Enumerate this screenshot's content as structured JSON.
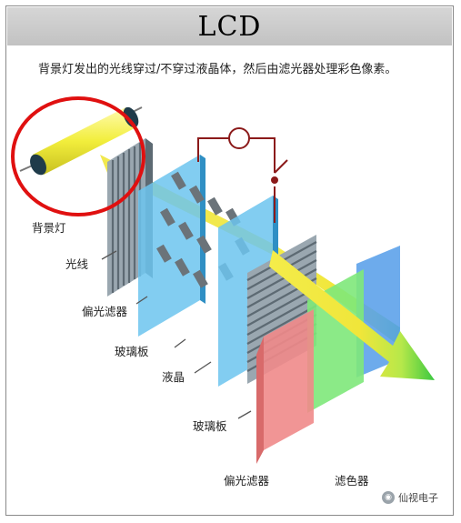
{
  "title": "LCD",
  "description": "背景灯发出的光线穿过/不穿过液晶体，然后由滤光器处理彩色像素。",
  "labels": {
    "backlight": "背景灯",
    "light": "光线",
    "polarizer1": "偏光滤器",
    "glass1": "玻璃板",
    "liquid_crystal": "液晶",
    "glass2": "玻璃板",
    "polarizer2": "偏光滤器",
    "color_filter": "滤色器"
  },
  "watermark": "仙视电子",
  "colors": {
    "backlight_tube": "#f2ee3c",
    "highlight_circle": "#e01010",
    "beam": "#f0e63a",
    "polarizer": "#7f8e99",
    "glass": "#6cc4ef",
    "filter_red": "#f08a8a",
    "filter_green": "#7ee87a",
    "filter_blue": "#5da2ea",
    "output_arrow": "#3ac840"
  }
}
